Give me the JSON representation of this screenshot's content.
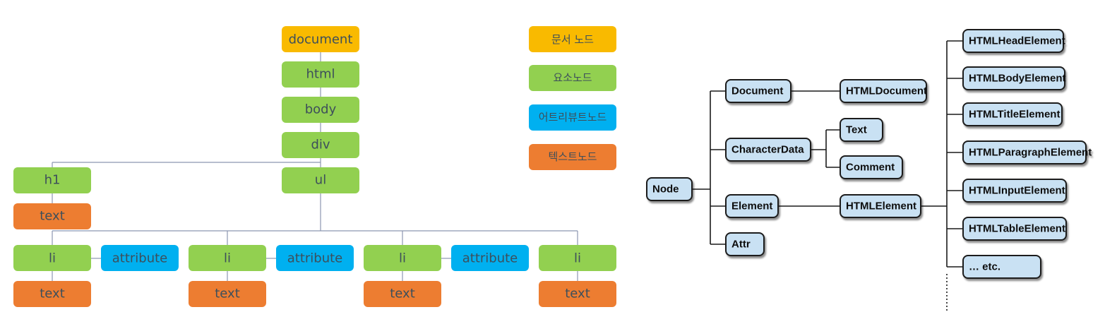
{
  "colors": {
    "document": "#F9BA00",
    "element": "#92D050",
    "attribute": "#00B0F0",
    "text": "#ED7D31",
    "dom_label": "#3D4F5B",
    "class_fill": "#C9E1F3",
    "class_stroke": "#1A1A1A",
    "connector": "#8C96B0"
  },
  "dom_tree": {
    "document": "document",
    "html": "html",
    "body": "body",
    "div": "div",
    "h1": "h1",
    "h1_text": "text",
    "ul": "ul",
    "items": [
      {
        "li": "li",
        "attribute": "attribute",
        "text": "text"
      },
      {
        "li": "li",
        "attribute": "attribute",
        "text": "text"
      },
      {
        "li": "li",
        "attribute": "attribute",
        "text": "text"
      },
      {
        "li": "li",
        "text": "text"
      }
    ]
  },
  "legend": [
    {
      "label": "문서 노드",
      "kind": "document"
    },
    {
      "label": "요소노드",
      "kind": "element"
    },
    {
      "label": "어트리뷰트노드",
      "kind": "attribute"
    },
    {
      "label": "텍스트노드",
      "kind": "text"
    }
  ],
  "class_hierarchy": {
    "root": "Node",
    "level1": [
      "Document",
      "CharacterData",
      "Element",
      "Attr"
    ],
    "document_child": "HTMLDocument",
    "characterdata_children": [
      "Text",
      "Comment"
    ],
    "element_child": "HTMLElement",
    "htmlelement_children": [
      "HTMLHeadElement",
      "HTMLBodyElement",
      "HTMLTitleElement",
      "HTMLParagraphElement",
      "HTMLInputElement",
      "HTMLTableElement",
      "… etc."
    ]
  }
}
